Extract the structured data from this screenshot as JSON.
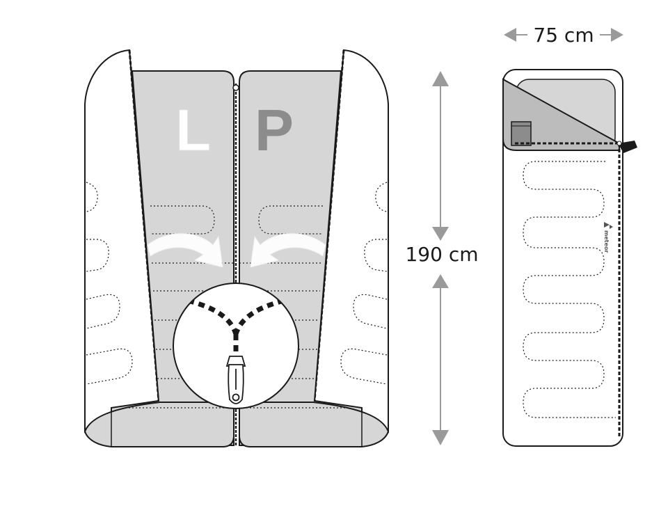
{
  "dimensions": {
    "width_label": "75 cm",
    "length_label": "190 cm"
  },
  "halves": {
    "left_label": "L",
    "right_label": "P"
  },
  "brand": {
    "name": "meteor"
  },
  "colors": {
    "outline": "#1a1a1a",
    "lining_gray": "#d6d6d6",
    "hood_gray": "#bcbcbc",
    "arrow_gray": "#9a9a9a",
    "letter_white": "#ffffff",
    "letter_gray": "#8c8c8c"
  },
  "icons": [
    "arrow-left-icon",
    "arrow-right-icon",
    "arrow-up-icon",
    "arrow-down-icon",
    "zipper-pull-icon",
    "join-arrow-icon",
    "tree-logo-icon"
  ]
}
